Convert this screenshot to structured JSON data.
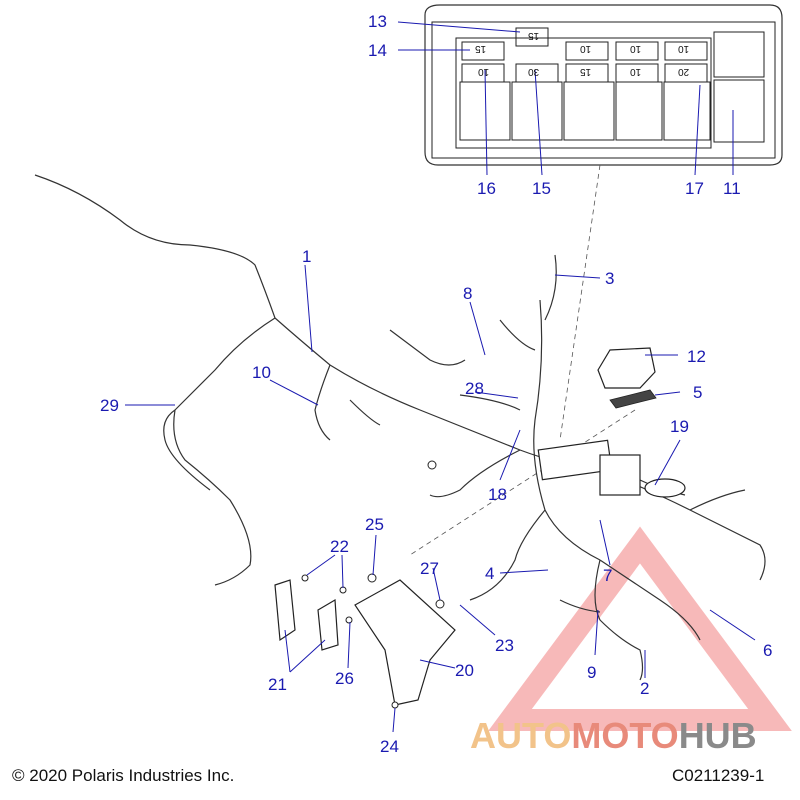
{
  "callouts": [
    {
      "id": "c1",
      "text": "1"
    },
    {
      "id": "c2",
      "text": "2"
    },
    {
      "id": "c3",
      "text": "3"
    },
    {
      "id": "c4",
      "text": "4"
    },
    {
      "id": "c5",
      "text": "5"
    },
    {
      "id": "c6",
      "text": "6"
    },
    {
      "id": "c7",
      "text": "7"
    },
    {
      "id": "c8",
      "text": "8"
    },
    {
      "id": "c9",
      "text": "9"
    },
    {
      "id": "c10",
      "text": "10"
    },
    {
      "id": "c11",
      "text": "11"
    },
    {
      "id": "c12",
      "text": "12"
    },
    {
      "id": "c13",
      "text": "13"
    },
    {
      "id": "c14",
      "text": "14"
    },
    {
      "id": "c15",
      "text": "15"
    },
    {
      "id": "c16",
      "text": "16"
    },
    {
      "id": "c17",
      "text": "17"
    },
    {
      "id": "c18",
      "text": "18"
    },
    {
      "id": "c19",
      "text": "19"
    },
    {
      "id": "c20",
      "text": "20"
    },
    {
      "id": "c21",
      "text": "21"
    },
    {
      "id": "c22",
      "text": "22"
    },
    {
      "id": "c23",
      "text": "23"
    },
    {
      "id": "c24",
      "text": "24"
    },
    {
      "id": "c25",
      "text": "25"
    },
    {
      "id": "c26",
      "text": "26"
    },
    {
      "id": "c27",
      "text": "27"
    },
    {
      "id": "c28",
      "text": "28"
    },
    {
      "id": "c29",
      "text": "29"
    }
  ],
  "fuse_ratings": {
    "top_row": [
      "15",
      "15",
      "10",
      "10",
      "10"
    ],
    "bottom_row": [
      "10",
      "30",
      "15",
      "10",
      "20"
    ],
    "top_single": "15"
  },
  "footer": {
    "copyright": "© 2020 Polaris Industries Inc.",
    "diagram_code": "C0211239-1"
  },
  "watermark": {
    "part1": "AUTO",
    "part2": "MOTO",
    "part3": "HUB",
    "color_auto": "#f2c38a",
    "color_moto": "#e88a7a",
    "color_hub": "#8a8a8a",
    "triangle_color": "#f08080"
  },
  "colors": {
    "callout": "#1a1ab0",
    "line": "#333333"
  }
}
